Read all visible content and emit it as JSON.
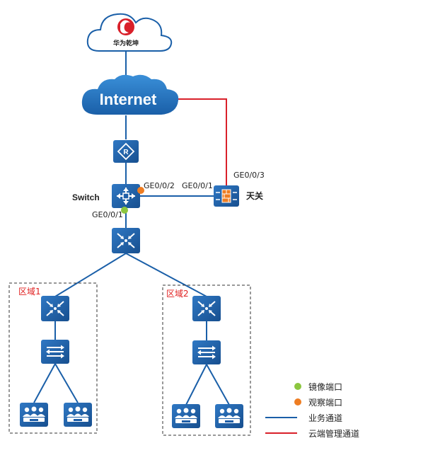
{
  "cloud_top": {
    "brand": "华为乾坤"
  },
  "internet": {
    "label": "Internet"
  },
  "switch": {
    "label": "Switch"
  },
  "ports": {
    "ge002": "GE0/0/2",
    "ge001_fw": "GE0/0/1",
    "ge003": "GE0/0/3",
    "ge001_down": "GE0/0/1"
  },
  "firewall": {
    "label": "天关"
  },
  "zones": [
    {
      "label": "区域1"
    },
    {
      "label": "区域2"
    }
  ],
  "legend": {
    "mirror_port": "镜像端口",
    "observe_port": "观察端口",
    "business_channel": "业务通道",
    "cloud_channel": "云端管理通道"
  },
  "colors": {
    "business_line": "#1a5fa8",
    "cloud_line": "#d9202a",
    "mirror_dot": "#8cc63f",
    "observe_dot": "#ee7d22",
    "device_blue": "#1f5fa8"
  },
  "icons": {
    "router": "router-icon",
    "core_switch": "core-switch-icon",
    "firewall": "firewall-icon",
    "l2_switch": "l2-switch-icon",
    "users": "user-group-icon"
  }
}
